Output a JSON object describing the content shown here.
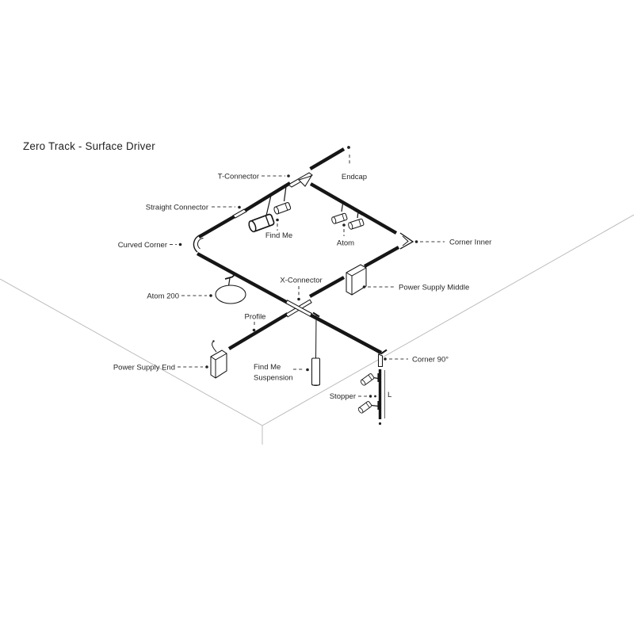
{
  "title": "Zero Track - Surface Driver",
  "labels": {
    "t_connector": "T-Connector",
    "endcap": "Endcap",
    "straight_connector": "Straight Connector",
    "find_me": "Find Me",
    "atom": "Atom",
    "curved_corner": "Curved Corner",
    "corner_inner": "Corner Inner",
    "atom_200": "Atom 200",
    "x_connector": "X-Connector",
    "power_supply_middle": "Power Supply Middle",
    "profile": "Profile",
    "power_supply_end": "Power Supply End",
    "find_me_suspension_line1": "Find Me",
    "find_me_suspension_line2": "Suspension",
    "corner_90": "Corner 90°",
    "stopper": "Stopper",
    "length_dim": "L"
  },
  "colors": {
    "background": "#ffffff",
    "track": "#161616",
    "label_text": "#262626",
    "leader_line": "#3f3f3f",
    "room_line": "#b5b5b5"
  }
}
